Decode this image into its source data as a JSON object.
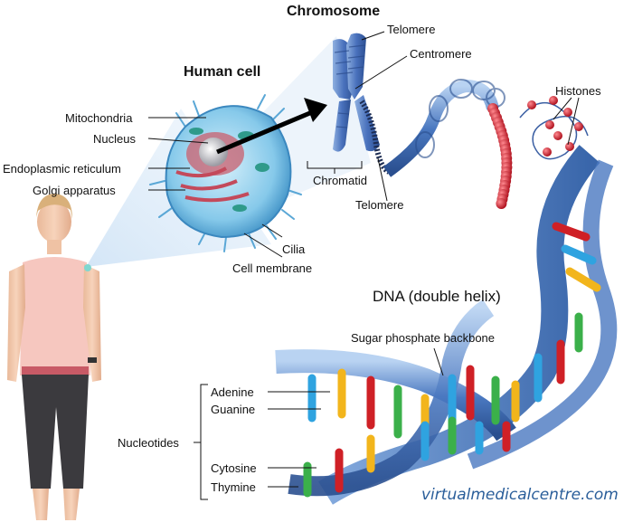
{
  "titles": {
    "chromosome": "Chromosome",
    "human_cell": "Human cell",
    "dna": "DNA (double helix)"
  },
  "labels": {
    "telomere_top": "Telomere",
    "centromere": "Centromere",
    "chromatid": "Chromatid",
    "telomere_bottom": "Telomere",
    "histones": "Histones",
    "mitochondria": "Mitochondria",
    "nucleus": "Nucleus",
    "endoplasmic_reticulum": "Endoplasmic reticulum",
    "golgi_apparatus": "Golgi apparatus",
    "cilia": "Cilia",
    "cell_membrane": "Cell membrane",
    "sugar_phosphate_backbone": "Sugar phosphate backbone",
    "adenine": "Adenine",
    "guanine": "Guanine",
    "nucleotides": "Nucleotides",
    "cytosine": "Cytosine",
    "thymine": "Thymine"
  },
  "brand": "virtualmedicalcentre.com",
  "colors": {
    "dna_blue": "#3f6fb5",
    "dna_light": "#9bbbe6",
    "cell_blue": "#79c3e6",
    "histone_red": "#d8263a",
    "adenine": "#2fa3e0",
    "guanine": "#f2b51c",
    "cytosine": "#cf2026",
    "thymine": "#3bb04a",
    "brand_text": "#2a5e9a"
  }
}
